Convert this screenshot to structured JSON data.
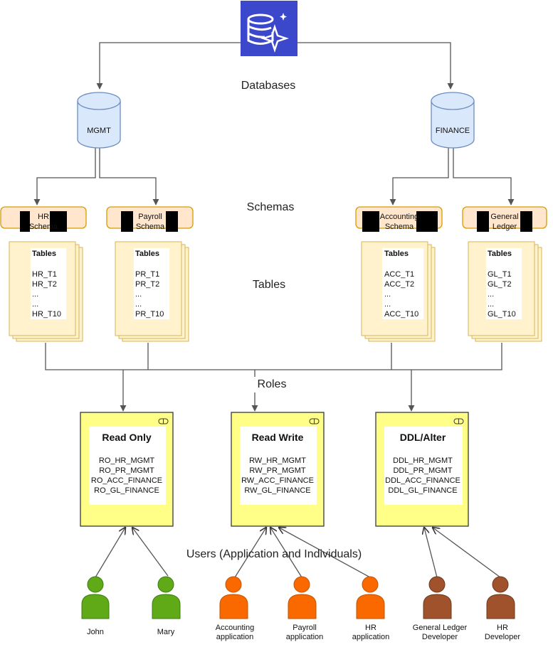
{
  "headings": {
    "databases": "Databases",
    "schemas": "Schemas",
    "tables": "Tables",
    "roles": "Roles",
    "users": "Users (Application and Individuals)"
  },
  "databases": [
    {
      "name": "MGMT"
    },
    {
      "name": "FINANCE"
    }
  ],
  "schemas": [
    {
      "line1": "HR",
      "line2": "Schema"
    },
    {
      "line1": "Payroll",
      "line2": "Schema"
    },
    {
      "line1": "Accounting",
      "line2": "Schema"
    },
    {
      "line1": "General",
      "line2": "Ledger"
    }
  ],
  "table_groups": [
    {
      "header": "Tables",
      "items": [
        "HR_T1",
        "HR_T2",
        "...",
        "...",
        "HR_T10"
      ]
    },
    {
      "header": "Tables",
      "items": [
        "PR_T1",
        "PR_T2",
        "...",
        "...",
        "PR_T10"
      ]
    },
    {
      "header": "Tables",
      "items": [
        "ACC_T1",
        "ACC_T2",
        "...",
        "...",
        "ACC_T10"
      ]
    },
    {
      "header": "Tables",
      "items": [
        "GL_T1",
        "GL_T2",
        "...",
        "...",
        "GL_T10"
      ]
    }
  ],
  "roles": [
    {
      "title": "Read Only",
      "items": [
        "RO_HR_MGMT",
        "RO_PR_MGMT",
        "RO_ACC_FINANCE",
        "RO_GL_FINANCE"
      ]
    },
    {
      "title": "Read Write",
      "items": [
        "RW_HR_MGMT",
        "RW_PR_MGMT",
        "RW_ACC_FINANCE",
        "RW_GL_FINANCE"
      ]
    },
    {
      "title": "DDL/Alter",
      "items": [
        "DDL_HR_MGMT",
        "DDL_PR_MGMT",
        "DDL_ACC_FINANCE",
        "DDL_GL_FINANCE"
      ]
    }
  ],
  "users": [
    {
      "label1": "John",
      "label2": "",
      "color": "#60a917",
      "stroke": "#3a7d10"
    },
    {
      "label1": "Mary",
      "label2": "",
      "color": "#60a917",
      "stroke": "#3a7d10"
    },
    {
      "label1": "Accounting",
      "label2": "application",
      "color": "#fa6800",
      "stroke": "#c45200"
    },
    {
      "label1": "Payroll",
      "label2": "application",
      "color": "#fa6800",
      "stroke": "#c45200"
    },
    {
      "label1": "HR",
      "label2": "application",
      "color": "#fa6800",
      "stroke": "#c45200"
    },
    {
      "label1": "General Ledger",
      "label2": "Developer",
      "color": "#a0522d",
      "stroke": "#6d3819"
    },
    {
      "label1": "HR",
      "label2": "Developer",
      "color": "#a0522d",
      "stroke": "#6d3819"
    }
  ],
  "colors": {
    "db_fill": "#dae8fc",
    "db_stroke": "#6c8ebf",
    "schema_fill": "#ffe6cc",
    "schema_stroke": "#d79b00",
    "table_fill": "#fff2cc",
    "table_stroke": "#d6b656",
    "role_fill": "#ffff88",
    "role_stroke": "#36393d",
    "icon_bg": "#3b48cc",
    "connector": "#555555",
    "redaction": "#000000"
  }
}
